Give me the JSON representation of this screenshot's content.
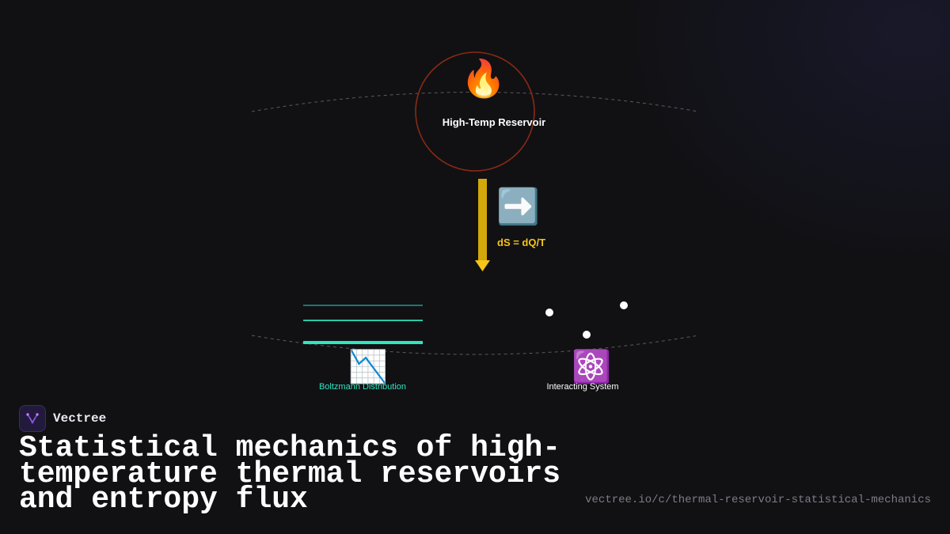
{
  "diagram": {
    "reservoir": {
      "label": "High-Temp Reservoir",
      "icon": "fire-icon"
    },
    "flux": {
      "formula": "dS = dQ/T",
      "icon": "right-arrow-icon"
    },
    "distribution": {
      "label": "Boltzmann Distribution",
      "icon": "chart-decreasing-icon"
    },
    "system": {
      "label": "Interacting System",
      "icon": "atom-icon"
    }
  },
  "brand": {
    "name": "Vectree"
  },
  "title": "Statistical mechanics of high-temperature thermal reservoirs and entropy flux",
  "url": "vectree.io/c/thermal-reservoir-statistical-mechanics",
  "colors": {
    "background": "#111114",
    "reservoir_ring": "#8a2a12",
    "heat_arrow": "#d4a80a",
    "formula": "#f5c518",
    "levels": "#2ee6c0",
    "particles": "#ffffff",
    "url": "#7c7c86"
  }
}
